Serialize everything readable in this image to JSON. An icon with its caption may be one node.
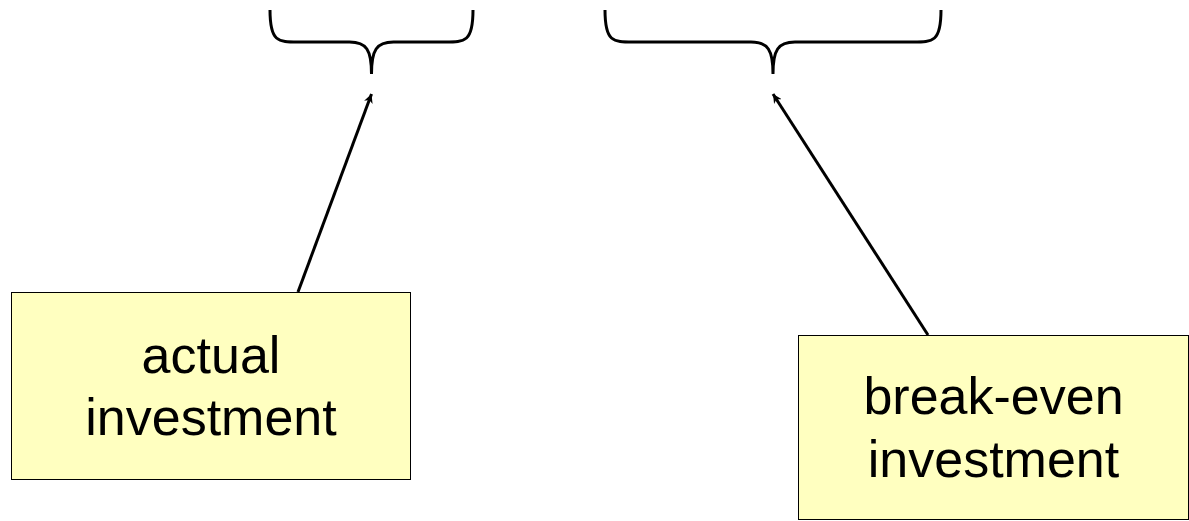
{
  "diagram": {
    "nodes": [
      {
        "text": [],
        "shape": "brace"
      },
      {
        "text": [],
        "shape": "brace"
      },
      {
        "text": [
          "actual investment"
        ]
      },
      {
        "text": [
          "break-even investment"
        ]
      }
    ],
    "edges": [
      {
        "from": 2,
        "to": 0,
        "arrow": "to"
      },
      {
        "from": 3,
        "to": 1,
        "arrow": "to"
      }
    ]
  }
}
